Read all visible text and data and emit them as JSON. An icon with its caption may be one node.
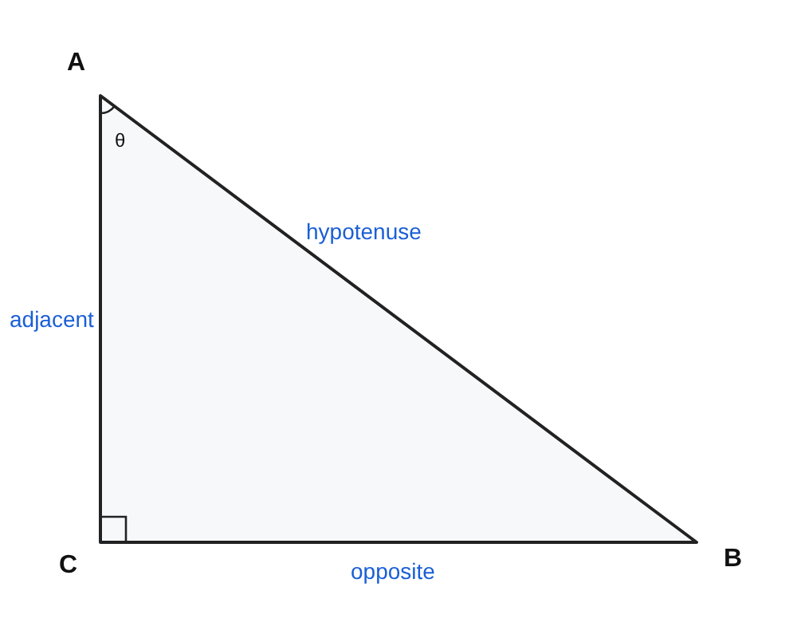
{
  "diagram": {
    "labels": [
      "A",
      "θ",
      "adjacent",
      "hypotenuse",
      "C",
      "opposite",
      "B"
    ]
  }
}
